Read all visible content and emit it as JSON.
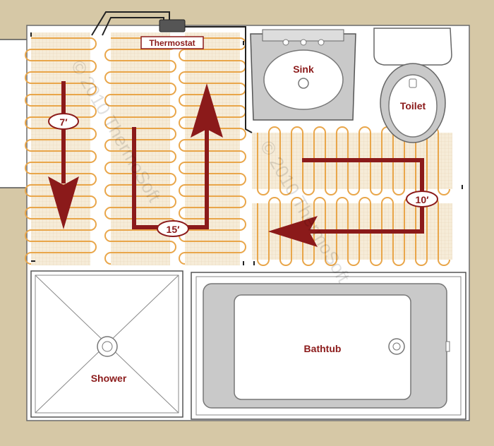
{
  "labels": {
    "thermostat": "Thermostat",
    "sink": "Sink",
    "toilet": "Toilet",
    "shower": "Shower",
    "bathtub": "Bathtub"
  },
  "runs": {
    "left_length": "7′",
    "middle_length": "15′",
    "right_length": "10′"
  },
  "watermark": {
    "text": "© 2010 ThermoSoft"
  },
  "colors": {
    "wall": "#d6c8a6",
    "floor": "#ffffff",
    "mat": "#f6ecd8",
    "cable": "#e9a64a",
    "arrow": "#8b1a1a",
    "fixture": "#c9c9c9"
  }
}
